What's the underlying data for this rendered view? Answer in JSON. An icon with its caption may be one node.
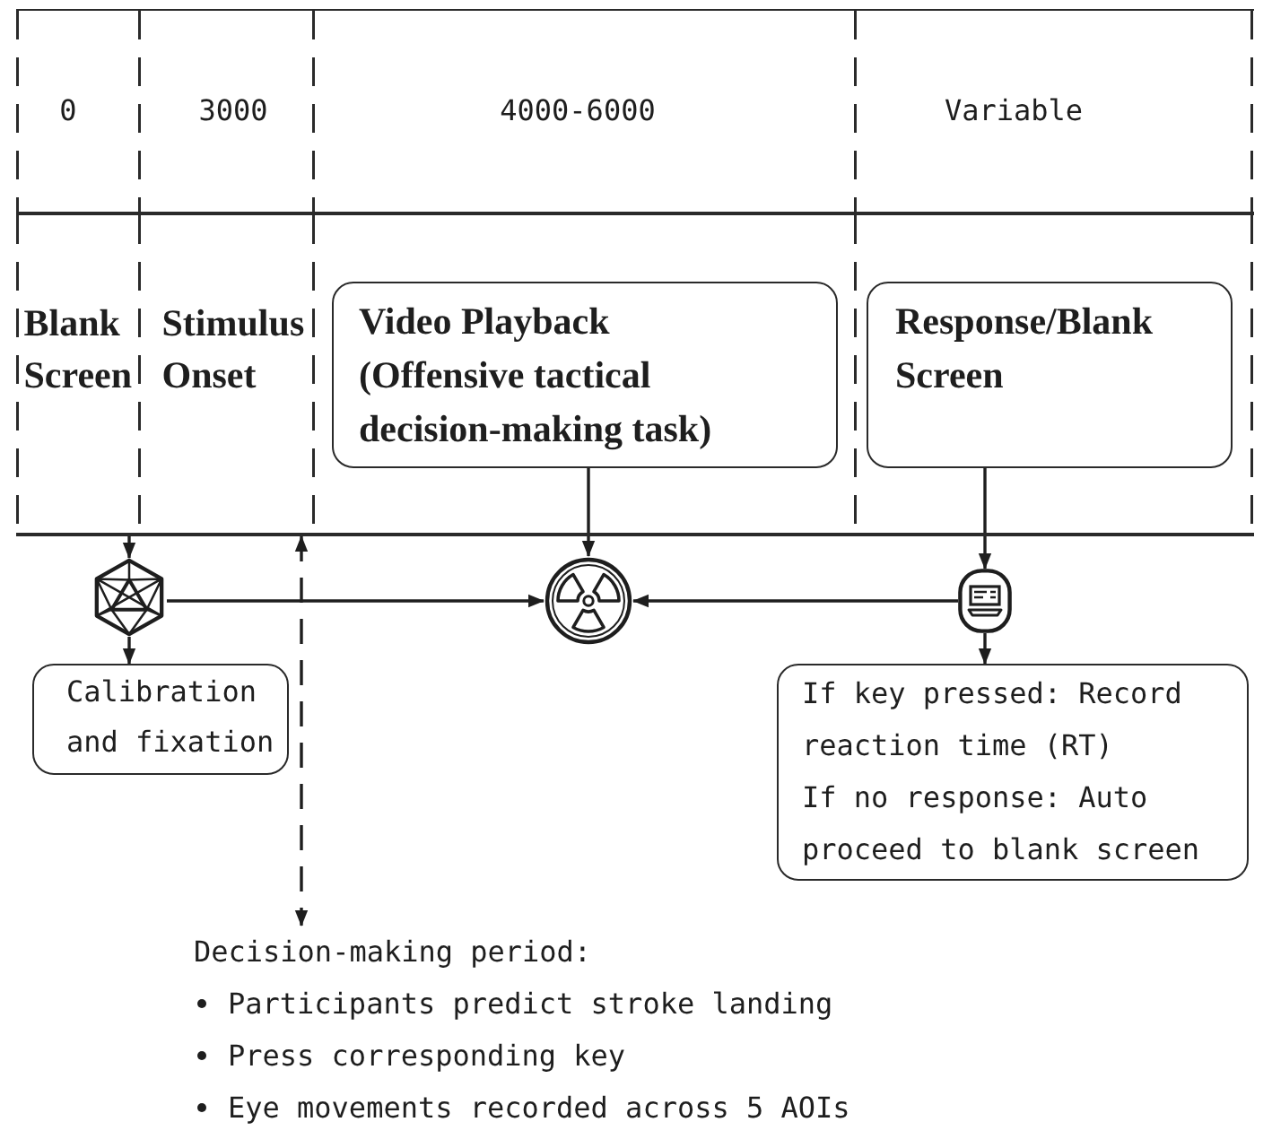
{
  "diagram": {
    "nodes": [
      {
        "text": [
          "Blank Screen"
        ]
      },
      {
        "text": [
          "Stimulus Onset"
        ]
      },
      {
        "text": [
          "Video Playback (Offensive tactical decision-making task)"
        ]
      },
      {
        "text": [
          "Response/Blank Screen"
        ]
      },
      {
        "text": [],
        "shape": "picture"
      },
      {
        "text": [],
        "shape": "picture"
      },
      {
        "text": [],
        "shape": "picture"
      },
      {
        "text": [
          "Calibration and fixation"
        ]
      },
      {
        "text": [
          "If key pressed: Record reaction time (RT)",
          "If no response: Auto proceed to blank screen"
        ]
      },
      {
        "text": [
          "Decision-making period:",
          "Participants predict stroke landing",
          "Press corresponding key",
          "Eye movements recorded across 5 AOIs"
        ]
      }
    ],
    "edges": [
      {
        "from": 0,
        "to": 4,
        "arrow": "to"
      },
      {
        "from": 4,
        "to": 7,
        "arrow": "to"
      },
      {
        "from": 4,
        "to": 5,
        "arrow": "to"
      },
      {
        "from": 2,
        "to": 5,
        "arrow": "to"
      },
      {
        "from": 3,
        "to": 6,
        "arrow": "to"
      },
      {
        "from": 6,
        "to": 5,
        "arrow": "to"
      },
      {
        "from": 6,
        "to": 8,
        "arrow": "to"
      },
      {
        "from": 1,
        "to": 9,
        "arrow": "both",
        "style": "dashed"
      }
    ],
    "labels": [
      "0",
      "3000",
      "4000-6000",
      "Variable"
    ]
  }
}
